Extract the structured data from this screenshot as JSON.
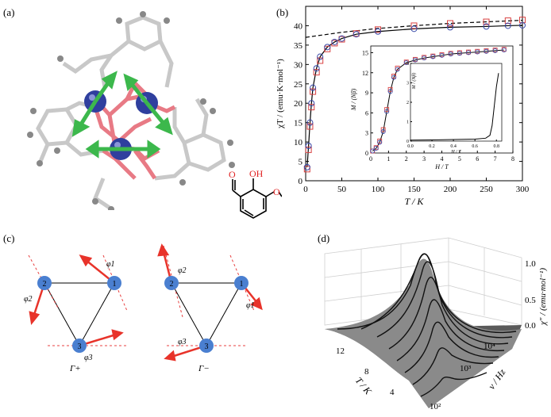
{
  "panels": {
    "a": "(a)",
    "b": "(b)",
    "c": "(c)",
    "d": "(d)"
  },
  "colors": {
    "dysprosium": "#2f3f9e",
    "oxygen": "#e06070",
    "carbon": "#b8b8b8",
    "arrow_green": "#3cb84c",
    "arrow_red": "#e8332a",
    "site_blue": "#4a7fd0",
    "data_red": "#d84040",
    "data_blue": "#3a4aa8"
  },
  "ligand": {
    "atoms": [
      "O",
      "OH",
      "O"
    ]
  },
  "chart_b": {
    "type": "scatter",
    "ylabel": "χT / (emu·K·mol⁻¹)",
    "xlabel": "T / K",
    "x_ticks": [
      "0",
      "50",
      "100",
      "150",
      "200",
      "250",
      "300"
    ],
    "y_ticks": [
      "0",
      "5",
      "10",
      "15",
      "20",
      "25",
      "30",
      "35",
      "40"
    ],
    "xlim": [
      0,
      300
    ],
    "ylim": [
      0,
      45
    ],
    "series": [
      {
        "marker": "square",
        "color": "#d84040",
        "x": [
          2,
          4,
          6,
          8,
          10,
          15,
          20,
          30,
          40,
          50,
          70,
          100,
          150,
          200,
          250,
          280,
          300
        ],
        "y": [
          3,
          8,
          14,
          19,
          23,
          28,
          31,
          34,
          35.5,
          36.5,
          38,
          39,
          40,
          40.6,
          41,
          41.3,
          41.5
        ]
      },
      {
        "marker": "circle",
        "color": "#3a4aa8",
        "x": [
          2,
          4,
          6,
          8,
          10,
          15,
          20,
          30,
          40,
          50,
          70,
          100,
          150,
          200,
          250,
          280,
          300
        ],
        "y": [
          3.5,
          9,
          15,
          20,
          24,
          29,
          32,
          34.5,
          35.8,
          36.7,
          37.8,
          38.5,
          39.2,
          39.6,
          39.8,
          40,
          40.1
        ]
      }
    ],
    "fit_dashed": {
      "x": [
        0,
        50,
        100,
        150,
        200,
        250,
        300
      ],
      "y": [
        37,
        38.3,
        39.3,
        40,
        40.6,
        41,
        41.4
      ]
    },
    "inset": {
      "type": "scatter",
      "xlabel": "H / T",
      "ylabel": "M / (Nβ)",
      "x_ticks": [
        "0",
        "1",
        "2",
        "3",
        "4",
        "5",
        "6",
        "7",
        "8"
      ],
      "y_ticks": [
        "0",
        "3",
        "6",
        "9",
        "12",
        "15"
      ],
      "xlim": [
        0,
        8
      ],
      "ylim": [
        0,
        16
      ],
      "series": [
        {
          "marker": "square",
          "color": "#d84040",
          "x": [
            0.1,
            0.3,
            0.5,
            0.7,
            0.9,
            1.1,
            1.3,
            1.5,
            2,
            2.5,
            3,
            3.5,
            4,
            4.5,
            5,
            5.5,
            6,
            6.5,
            7,
            7.5
          ],
          "y": [
            0.3,
            0.8,
            1.8,
            3.5,
            6.5,
            9.5,
            11.5,
            12.7,
            13.6,
            14,
            14.3,
            14.5,
            14.7,
            14.9,
            15,
            15.1,
            15.2,
            15.3,
            15.4,
            15.5
          ]
        },
        {
          "marker": "circle",
          "color": "#3a4aa8",
          "x": [
            0.1,
            0.3,
            0.5,
            0.7,
            0.9,
            1.1,
            1.3,
            1.5,
            2,
            2.5,
            3,
            3.5,
            4,
            4.5,
            5,
            5.5,
            6,
            6.5,
            7,
            7.5
          ],
          "y": [
            0.3,
            0.7,
            1.6,
            3.2,
            6.2,
            9.2,
            11.3,
            12.5,
            13.5,
            13.9,
            14.2,
            14.4,
            14.6,
            14.8,
            14.9,
            15,
            15.1,
            15.2,
            15.3,
            15.4
          ]
        }
      ],
      "inset2": {
        "xlabel": "H / T",
        "ylabel": "M / (Nβ)",
        "x_ticks": [
          "0.0",
          "0.2",
          "0.4",
          "0.6",
          "0.8"
        ],
        "y_ticks": [
          "0",
          "1",
          "2",
          "3",
          "4"
        ],
        "xlim": [
          0,
          0.85
        ],
        "ylim": [
          0,
          4
        ],
        "line": {
          "x": [
            0,
            0.2,
            0.4,
            0.6,
            0.7,
            0.74,
            0.76,
            0.78,
            0.8,
            0.82
          ],
          "y": [
            0.05,
            0.06,
            0.08,
            0.1,
            0.15,
            0.3,
            0.8,
            1.8,
            2.8,
            3.5
          ]
        }
      }
    }
  },
  "panel_c": {
    "left": {
      "sites": [
        "1",
        "2",
        "3"
      ],
      "angles": [
        "φ1",
        "φ2",
        "φ3"
      ],
      "label": "Γ+"
    },
    "right": {
      "sites": [
        "1",
        "2",
        "3"
      ],
      "angles": [
        "φ1",
        "φ2",
        "φ3"
      ],
      "label": "Γ−"
    }
  },
  "chart_d": {
    "type": "surface",
    "zlabel": "χ″ / (emu·mol⁻¹)",
    "z_ticks": [
      "0.0",
      "0.5",
      "1.0"
    ],
    "xlabel": "T / K",
    "x_ticks": [
      "12",
      "8",
      "4"
    ],
    "ylabel": "ν / Hz",
    "y_ticks": [
      "10⁴",
      "10³",
      "10²"
    ]
  }
}
